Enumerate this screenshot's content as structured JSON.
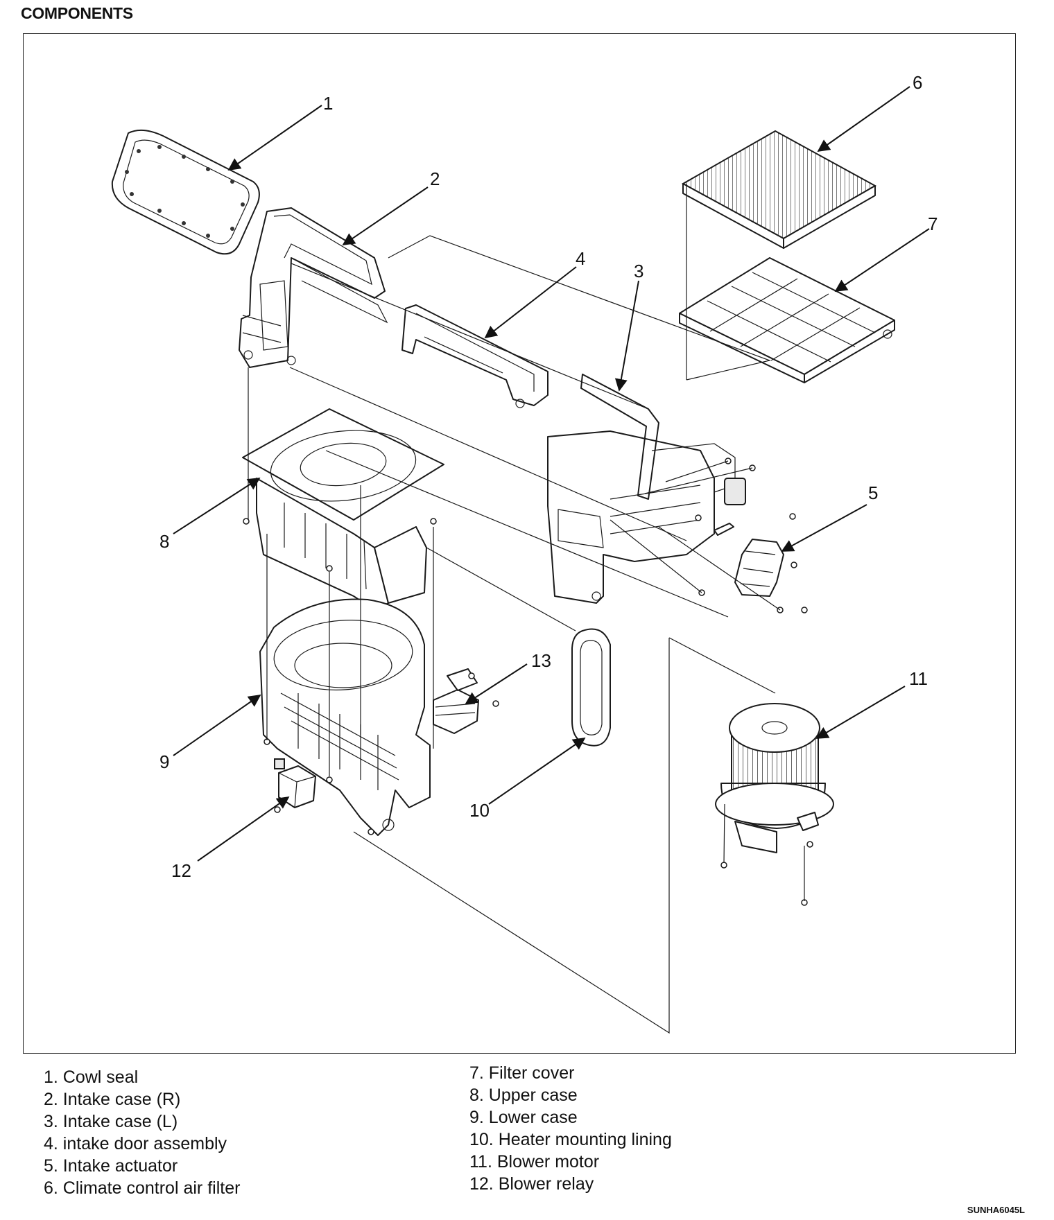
{
  "heading": "COMPONENTS",
  "callouts": [
    "1",
    "2",
    "3",
    "4",
    "5",
    "6",
    "7",
    "8",
    "9",
    "10",
    "11",
    "12",
    "13"
  ],
  "legend_left": [
    "1. Cowl seal",
    "2. Intake case (R)",
    "3. Intake case (L)",
    "4. intake door assembly",
    "5. Intake actuator",
    "6. Climate control air filter"
  ],
  "legend_right": [
    "7. Filter cover",
    "8. Upper case",
    "9. Lower case",
    "10. Heater mounting lining",
    "11. Blower motor",
    "12. Blower relay"
  ],
  "figure_code": "SUNHA6045L"
}
